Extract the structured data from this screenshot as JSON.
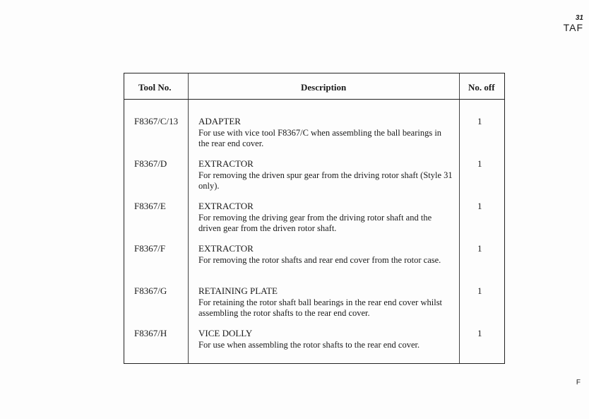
{
  "corner": {
    "number": "31",
    "label": "TAF"
  },
  "footer_mark": "F",
  "table": {
    "headers": [
      "Tool No.",
      "Description",
      "No. off"
    ],
    "rows": [
      {
        "tool": "F8367/C/13",
        "title": "ADAPTER",
        "text": "For use with vice tool F8367/C when assembling the ball bearings in the rear end cover.",
        "qty": "1"
      },
      {
        "tool": "F8367/D",
        "title": "EXTRACTOR",
        "text": "For removing the driven spur gear from the driving rotor shaft (Style 31 only).",
        "qty": "1"
      },
      {
        "tool": "F8367/E",
        "title": "EXTRACTOR",
        "text": "For removing the driving gear from the driving rotor shaft and the driven gear from the driven rotor shaft.",
        "qty": "1"
      },
      {
        "tool": "F8367/F",
        "title": "EXTRACTOR",
        "text": "For removing the rotor shafts and rear end cover from the rotor case.",
        "qty": "1"
      },
      {
        "tool": "F8367/G",
        "title": "RETAINING PLATE",
        "text": "For retaining the rotor shaft ball bearings in the rear end cover whilst assembling the rotor shafts to the rear end cover.",
        "qty": "1"
      },
      {
        "tool": "F8367/H",
        "title": "VICE DOLLY",
        "text": "For use when assembling the rotor shafts to the rear end cover.",
        "qty": "1"
      }
    ]
  }
}
